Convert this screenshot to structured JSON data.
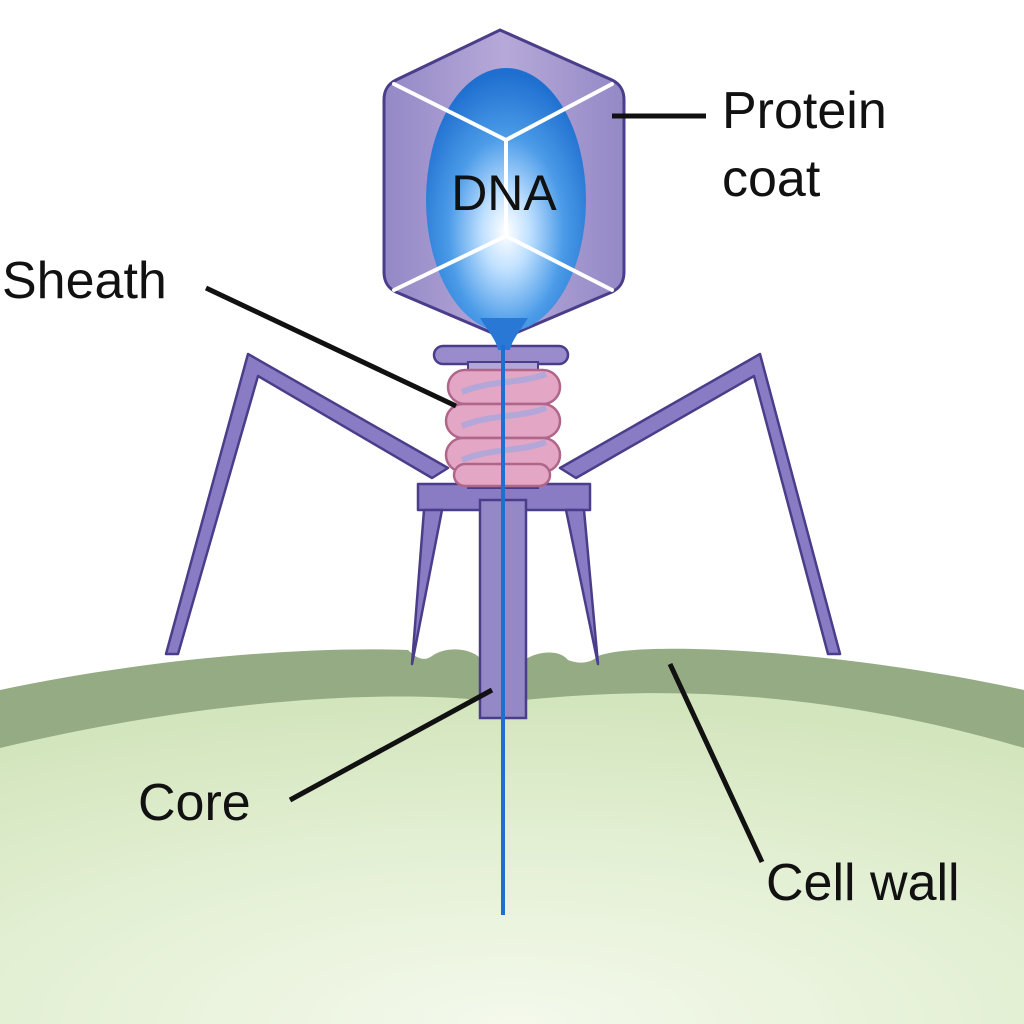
{
  "diagram": {
    "labels": {
      "dna": "DNA",
      "protein_coat_line1": "Protein",
      "protein_coat_line2": "coat",
      "sheath": "Sheath",
      "core": "Core",
      "cell_wall": "Cell wall"
    },
    "colors": {
      "capsid": "#a898cc",
      "capsid_edge": "#6a5aa8",
      "dna": "#1f6fd0",
      "dna_light": "#e8f4ff",
      "sheath_coil": "#e0a0c0",
      "legs": "#8a7cc4",
      "cell_wall": "#94ab84",
      "cell_interior": "#dbebc8"
    }
  }
}
